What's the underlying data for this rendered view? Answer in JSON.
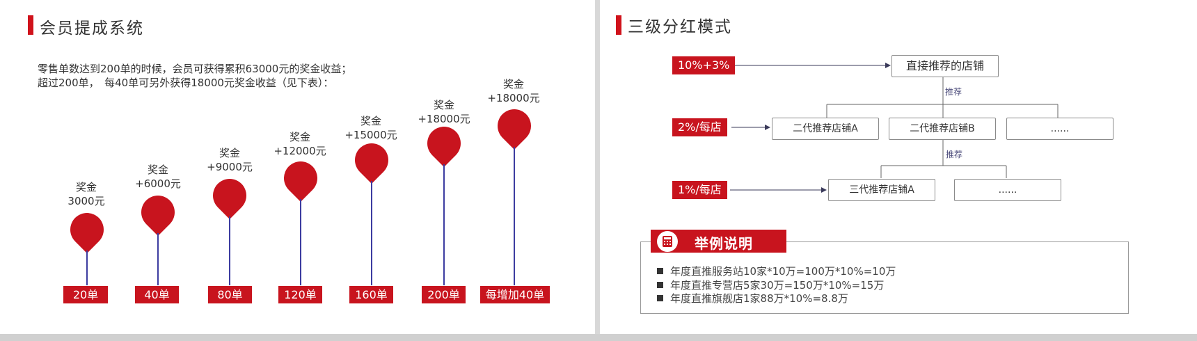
{
  "left_slide": {
    "title": "会员提成系统",
    "intro_line1": "零售单数达到200单的时候，会员可获得累积63000元的奖金收益；",
    "intro_line2": "超过200单，　每40单可另外获得18000元奖金收益（见下表）：",
    "stages": [
      {
        "label_top": "奖金",
        "label_bottom": "3000元",
        "tag": "20单"
      },
      {
        "label_top": "奖金",
        "label_bottom": "+6000元",
        "tag": "40单"
      },
      {
        "label_top": "奖金",
        "label_bottom": "+9000元",
        "tag": "80单"
      },
      {
        "label_top": "奖金",
        "label_bottom": "+12000元",
        "tag": "120单"
      },
      {
        "label_top": "奖金",
        "label_bottom": "+15000元",
        "tag": "160单"
      },
      {
        "label_top": "奖金",
        "label_bottom": "+18000元",
        "tag": "200单"
      },
      {
        "label_top": "奖金",
        "label_bottom": "+18000元",
        "tag": "每增加40单"
      }
    ]
  },
  "right_slide": {
    "title": "三级分红模式",
    "levels": [
      {
        "rate": "10%+3%",
        "nodes": [
          "直接推荐的店铺"
        ]
      },
      {
        "rate": "2%/每店",
        "nodes": [
          "二代推荐店铺A",
          "二代推荐店铺B",
          "......"
        ]
      },
      {
        "rate": "1%/每店",
        "nodes": [
          "三代推荐店铺A",
          "......"
        ]
      }
    ],
    "recommend_label_1": "推荐",
    "recommend_label_2": "推荐",
    "example": {
      "title": "举例说明",
      "lines": [
        "年度直推服务站10家*10万=100万*10%=10万",
        "年度直推专营店5家30万=150万*10%=15万",
        "年度直推旗舰店1家88万*10%=8.8万"
      ]
    }
  },
  "colors": {
    "accent": "#c8141e",
    "stem": "#3c3ca0"
  }
}
